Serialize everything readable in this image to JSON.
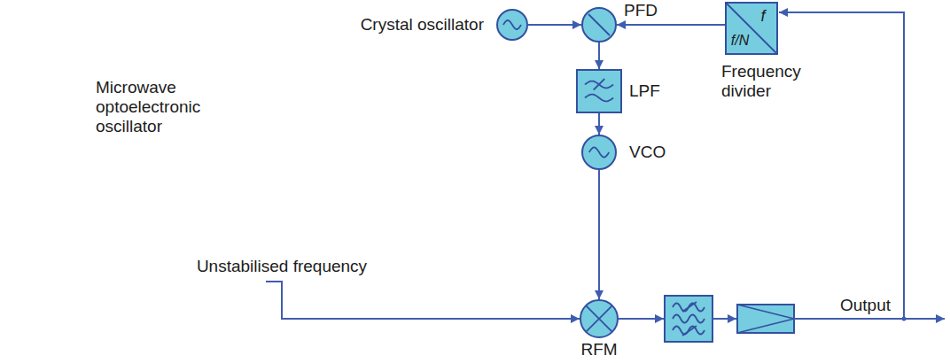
{
  "diagram": {
    "nodes": [
      {
        "text": [
          "Microwave optoelectronic oscillator"
        ]
      },
      {
        "text": [
          "Crystal oscillator"
        ]
      },
      {
        "text": [
          "PFD"
        ]
      },
      {
        "text": [
          "f",
          "f/N",
          "Frequency divider"
        ]
      },
      {
        "text": [
          "LPF"
        ]
      },
      {
        "text": [
          "VCO"
        ]
      },
      {
        "text": [
          "RFM"
        ]
      }
    ],
    "edges": [
      {
        "from": 1,
        "to": 2,
        "arrow": "to"
      },
      {
        "from": 3,
        "to": 2,
        "arrow": "to"
      },
      {
        "from": 2,
        "to": 4,
        "arrow": "to"
      },
      {
        "from": 4,
        "to": 5,
        "arrow": "to"
      },
      {
        "from": 5,
        "to": 6,
        "arrow": "to"
      },
      {
        "from": 0,
        "to": 6,
        "label": "Unstabilised frequency",
        "arrow": "to"
      }
    ],
    "labels": [
      "Output"
    ]
  }
}
